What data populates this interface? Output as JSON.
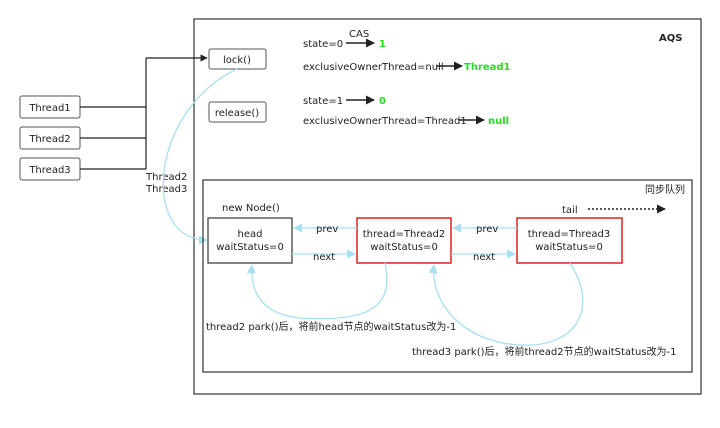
{
  "aqs": {
    "title": "AQS"
  },
  "threads": [
    "Thread1",
    "Thread2",
    "Thread3"
  ],
  "methods": {
    "lock": "lock()",
    "release": "release()"
  },
  "cas_label": "CAS",
  "lock_state": {
    "state_expr": "state=0",
    "state_value": "1",
    "owner_expr": "exclusiveOwnerThread=null",
    "owner_value": "Thread1"
  },
  "release_state": {
    "state_expr": "state=1",
    "state_value": "0",
    "owner_expr": "exclusiveOwnerThread=Thread1",
    "owner_value": "null"
  },
  "waiting_threads": [
    "Thread2",
    "Thread3"
  ],
  "queue": {
    "title": "同步队列",
    "new_node_label": "new Node()",
    "tail_label": "tail",
    "prev_label": "prev",
    "next_label": "next",
    "nodes": [
      {
        "line1": "head",
        "line2": "waitStatus=0"
      },
      {
        "line1": "thread=Thread2",
        "line2": "waitStatus=0"
      },
      {
        "line1": "thread=Thread3",
        "line2": "waitStatus=0"
      }
    ],
    "notes": [
      "thread2 park()后，将前head节点的waitStatus改为-1",
      "thread3 park()后，将前thread2节点的waitStatus改为-1"
    ]
  },
  "colors": {
    "green_value": "#22dd22",
    "red_border": "#e0211d",
    "curve_blue": "#a8e0ef"
  }
}
